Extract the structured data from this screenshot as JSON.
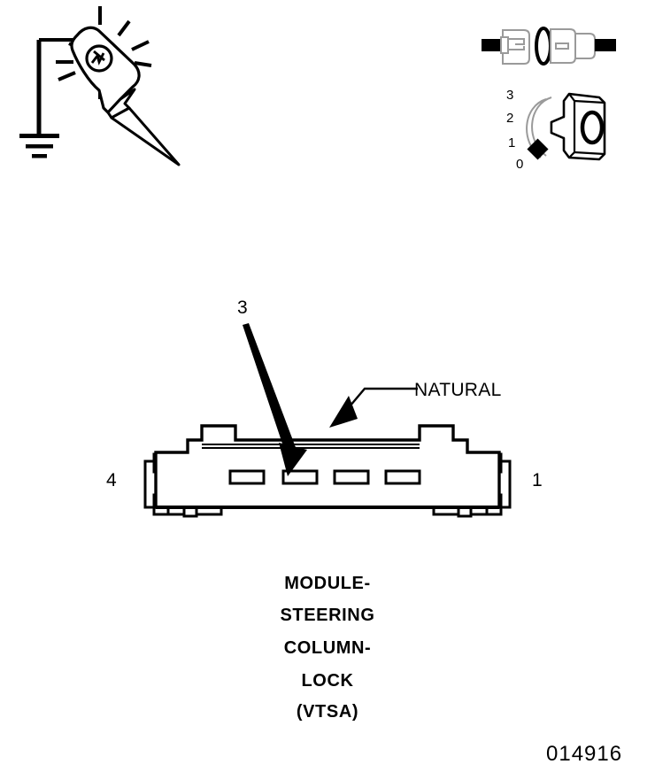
{
  "figure": {
    "number": "014916",
    "caption_lines": [
      "MODULE-",
      "STEERING",
      "COLUMN-",
      "LOCK",
      "(VTSA)"
    ]
  },
  "connector": {
    "pin_left_label": "4",
    "pin_right_label": "1",
    "callout_pin_label": "3",
    "callout_color_label": "NATURAL",
    "cavity_count": 4
  },
  "key_switch": {
    "positions": [
      "3",
      "2",
      "1",
      "0"
    ],
    "key_glyph": "0",
    "marker": "position-indicator-diamond"
  },
  "test_light": {
    "icon": "test-light-probe-icon",
    "ground_icon": "ground-symbol-icon"
  },
  "connector_icon": {
    "icon": "connector-disconnected-icon"
  },
  "colors": {
    "stroke": "#000000",
    "light_stroke": "#9a9a9a",
    "background": "#ffffff"
  }
}
